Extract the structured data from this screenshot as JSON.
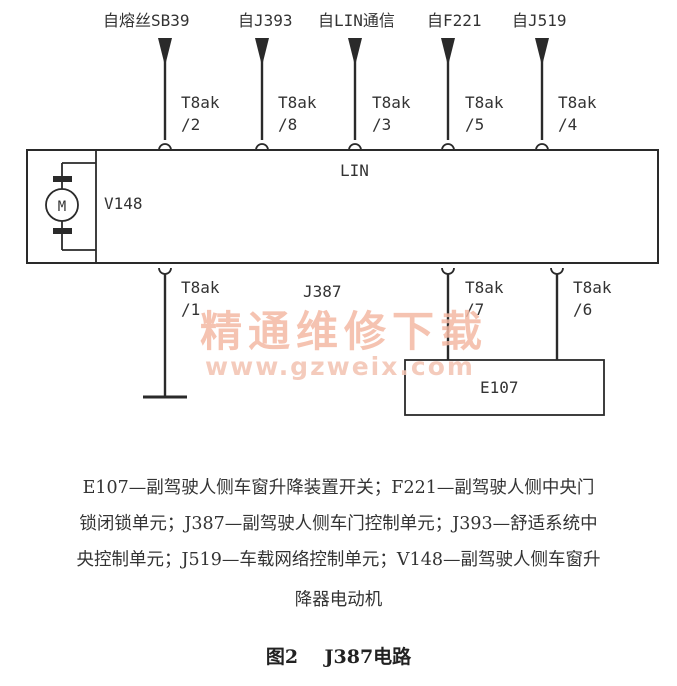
{
  "sources": [
    {
      "label": "自熔丝SB39",
      "pin_conn": "T8ak",
      "pin_num": "/2"
    },
    {
      "label": "自J393",
      "pin_conn": "T8ak",
      "pin_num": "/8"
    },
    {
      "label": "自LIN通信",
      "pin_conn": "T8ak",
      "pin_num": "/3"
    },
    {
      "label": "自F221",
      "pin_conn": "T8ak",
      "pin_num": "/5"
    },
    {
      "label": "自J519",
      "pin_conn": "T8ak",
      "pin_num": "/4"
    }
  ],
  "module": {
    "bus_label": "LIN",
    "name": "J387",
    "motor_label": "V148",
    "motor_symbol": "M"
  },
  "bottom_pins": [
    {
      "pin_conn": "T8ak",
      "pin_num": "/1"
    },
    {
      "pin_conn": "T8ak",
      "pin_num": "/7"
    },
    {
      "pin_conn": "T8ak",
      "pin_num": "/6"
    }
  ],
  "switch_label": "E107",
  "watermark": {
    "cn": "精通维修下载",
    "url": "www.gzweix.com"
  },
  "caption": {
    "line1": "E107—副驾驶人侧车窗升降装置开关；F221—副驾驶人侧中央门",
    "line2": "锁闭锁单元；J387—副驾驶人侧车门控制单元；J393—舒适系统中",
    "line3": "央控制单元；J519—车载网络控制单元；V148—副驾驶人侧车窗升",
    "line4": "降器电动机"
  },
  "figure": {
    "number": "图2",
    "title": "J387电路"
  },
  "colors": {
    "line": "#2a2a2a",
    "watermark": "#f4b9a4"
  }
}
